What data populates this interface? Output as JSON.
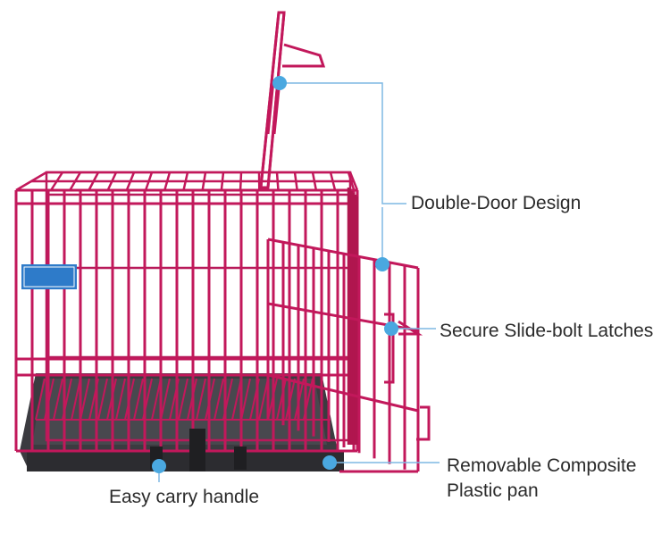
{
  "image": {
    "subject": "pink wire pet cage with open doors and dark removable tray",
    "colors": {
      "wire": "#c2185b",
      "wire_dark": "#8e1046",
      "tray": "#3a3a3e",
      "marker": "#4aa8e0",
      "leader": "#7fb9e4",
      "text": "#2b2b2b"
    }
  },
  "callouts": {
    "door": "Double-Door Design",
    "latch": "Secure Slide-bolt Latches",
    "pan_line1": "Removable Composite",
    "pan_line2": "Plastic pan",
    "handle": "Easy carry handle"
  }
}
